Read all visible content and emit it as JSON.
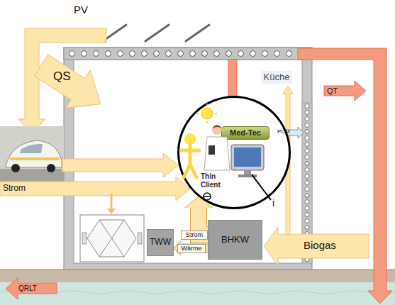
{
  "diagram": {
    "nodes": [
      {
        "text": [
          "Küche"
        ]
      },
      {
        "text": [
          "Thin Client"
        ]
      },
      {
        "text": [
          "Med-Tec"
        ],
        "in": 1
      },
      {
        "text": [
          "TWW"
        ]
      },
      {
        "text": [
          "BHKW"
        ]
      }
    ],
    "edges": [
      {
        "from": 4,
        "to": 1,
        "label": "Strom",
        "arrow": "to"
      },
      {
        "from": 4,
        "to": 3,
        "label": "Wärme",
        "arrow": "to"
      }
    ],
    "labels": [
      "PV",
      "QS",
      "QT",
      "Strom",
      "PCM",
      "i",
      "Biogas",
      "QRLT"
    ]
  }
}
